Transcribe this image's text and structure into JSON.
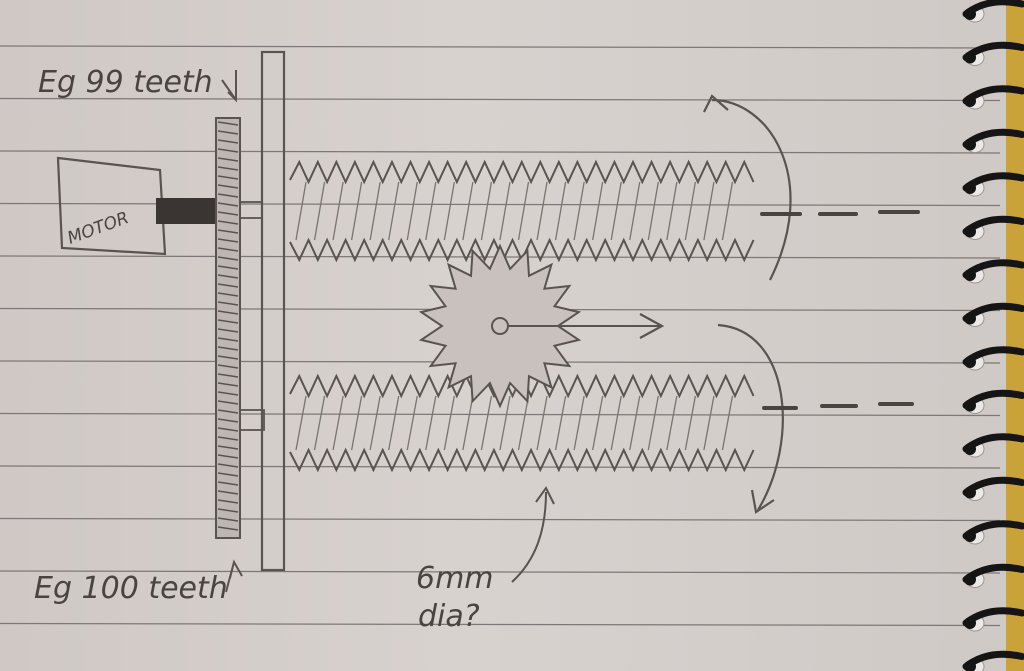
{
  "labels": {
    "top_gear": "Eg 99 teeth",
    "bottom_gear": "Eg 100 teeth",
    "motor": "MOTOR",
    "screw_size_line1": "6mm",
    "screw_size_line2": "dia?"
  },
  "colors": {
    "paper": "#d6d0cd",
    "ruled_line": "#7d7877",
    "pencil": "#5a5450",
    "notebook_edge": "#c9a23a",
    "spiral": "#1a1a1a"
  },
  "icons": {
    "spiral_binding": "spiral-ring-icon",
    "arrow": "arrow-icon"
  }
}
